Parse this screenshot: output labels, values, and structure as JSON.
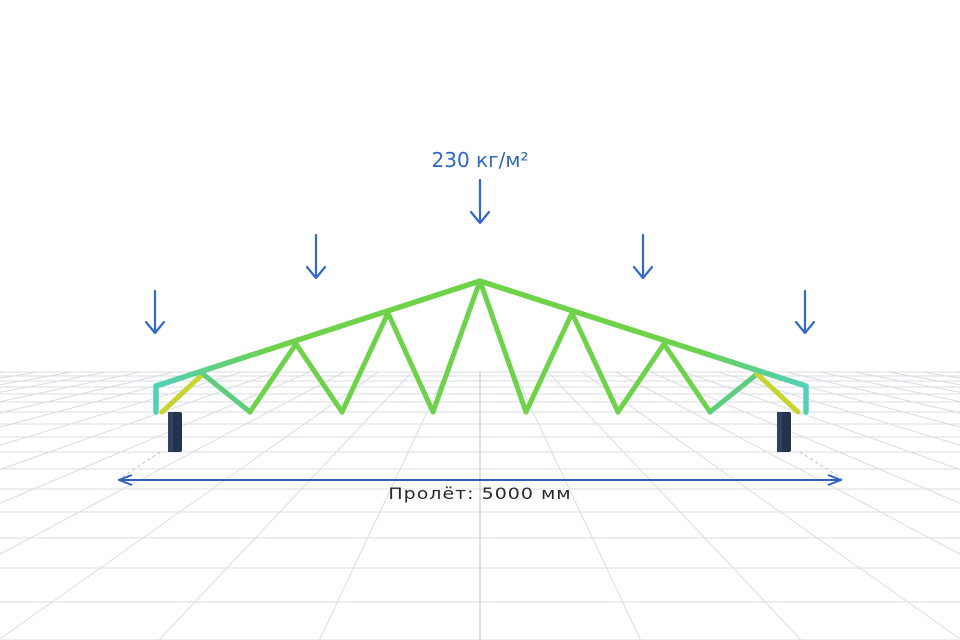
{
  "load": {
    "label": "230 кг/м²",
    "arrow_count": 5
  },
  "span": {
    "label": "Пролёт: 5000 мм"
  },
  "colors": {
    "truss_main": "#6ed24a",
    "truss_end": "#4fcfb0",
    "truss_highlight": "#c9d430",
    "support": "#23334d",
    "arrow": "#3468cf",
    "grid": "#d9dde3",
    "dimension_line": "#2f5fbf"
  }
}
